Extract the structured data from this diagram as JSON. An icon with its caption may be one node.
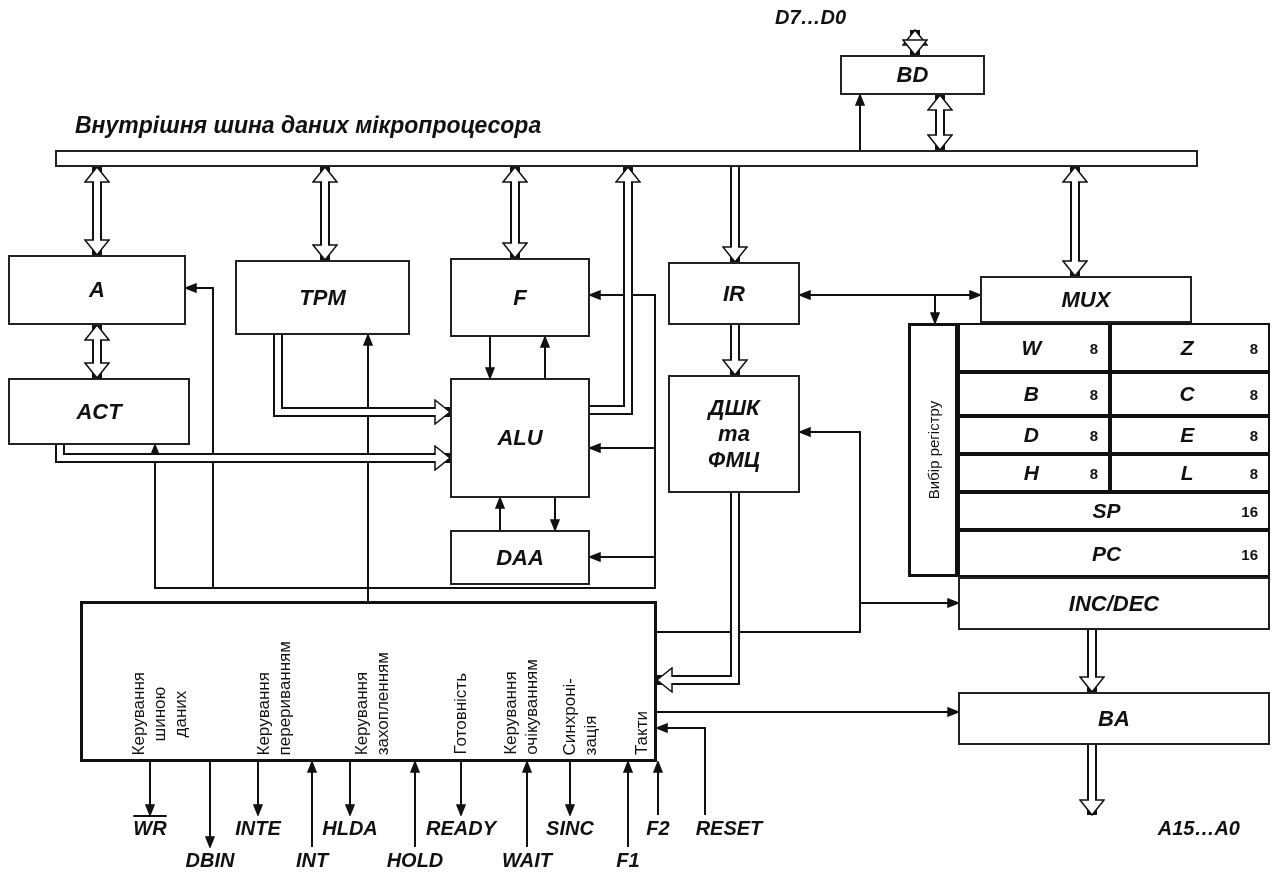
{
  "diagram": {
    "nodes": [
      {
        "text": [
          "D7…D0"
        ]
      },
      {
        "text": [
          "BD"
        ]
      },
      {
        "text": [
          "Внутрішня шина даних мікропроцесора"
        ]
      },
      {
        "text": [
          "A"
        ]
      },
      {
        "text": [
          "TPM"
        ]
      },
      {
        "text": [
          "F"
        ]
      },
      {
        "text": [
          "IR"
        ]
      },
      {
        "text": [
          "MUX"
        ]
      },
      {
        "text": [
          "Вибір регістру"
        ]
      },
      {
        "text": [
          "W",
          "8"
        ]
      },
      {
        "text": [
          "Z",
          "8"
        ]
      },
      {
        "text": [
          "ACT"
        ]
      },
      {
        "text": [
          "ALU"
        ]
      },
      {
        "text": [
          "ДШК та ФМЦ"
        ]
      },
      {
        "text": [
          "B",
          "8"
        ]
      },
      {
        "text": [
          "C",
          "8"
        ]
      },
      {
        "text": [
          "D",
          "8"
        ]
      },
      {
        "text": [
          "E",
          "8"
        ]
      },
      {
        "text": [
          "H",
          "8"
        ]
      },
      {
        "text": [
          "L",
          "8"
        ]
      },
      {
        "text": [
          "SP",
          "16"
        ]
      },
      {
        "text": [
          "DAA"
        ]
      },
      {
        "text": [
          "PC",
          "16"
        ]
      },
      {
        "text": [
          "Керування шиною даних",
          "Керування перериванням",
          "Керування захопленням",
          "Готовність",
          "Керування очікуванням",
          "Синхроні- зація",
          "Такти"
        ]
      },
      {
        "text": [
          "INC/DEC"
        ]
      },
      {
        "text": [
          "BA"
        ]
      },
      {
        "text": [
          "WR"
        ]
      },
      {
        "text": [
          "INTE"
        ]
      },
      {
        "text": [
          "HLDA"
        ]
      },
      {
        "text": [
          "READY"
        ]
      },
      {
        "text": [
          "SINC"
        ]
      },
      {
        "text": [
          "F2"
        ]
      },
      {
        "text": [
          "RESET"
        ]
      },
      {
        "text": [
          "A15…A0"
        ]
      },
      {
        "text": [
          "DBIN"
        ]
      },
      {
        "text": [
          "INT"
        ]
      },
      {
        "text": [
          "HOLD"
        ]
      },
      {
        "text": [
          "WAIT"
        ]
      },
      {
        "text": [
          "F1"
        ]
      }
    ],
    "edges": [
      {
        "from": 0,
        "to": 1,
        "arrow": "both",
        "style": "thick"
      },
      {
        "from": 1,
        "to": 2,
        "arrow": "both",
        "style": "thick"
      },
      {
        "from": 2,
        "to": 1,
        "arrow": "to"
      },
      {
        "from": 3,
        "to": 2,
        "arrow": "both",
        "style": "thick"
      },
      {
        "from": 4,
        "to": 2,
        "arrow": "both",
        "style": "thick"
      },
      {
        "from": 5,
        "to": 2,
        "arrow": "both",
        "style": "thick"
      },
      {
        "from": 12,
        "to": 2,
        "arrow": "to",
        "style": "thick"
      },
      {
        "from": 2,
        "to": 6,
        "arrow": "to",
        "style": "thick"
      },
      {
        "from": 2,
        "to": 7,
        "arrow": "both",
        "style": "thick"
      },
      {
        "from": 3,
        "to": 11,
        "arrow": "both",
        "style": "thick"
      },
      {
        "from": 4,
        "to": 12,
        "arrow": "to",
        "style": "thick"
      },
      {
        "from": 11,
        "to": 12,
        "arrow": "to",
        "style": "thick"
      },
      {
        "from": 5,
        "to": 12,
        "arrow": "to"
      },
      {
        "from": 12,
        "to": 5,
        "arrow": "to"
      },
      {
        "from": 12,
        "to": 21,
        "arrow": "to"
      },
      {
        "from": 21,
        "to": 12,
        "arrow": "to"
      },
      {
        "from": 6,
        "to": 13,
        "arrow": "to",
        "style": "thick"
      },
      {
        "from": 6,
        "to": 7,
        "arrow": "both"
      },
      {
        "from": 6,
        "to": 8,
        "arrow": "to"
      },
      {
        "from": 23,
        "to": 4,
        "arrow": "to"
      },
      {
        "from": 23,
        "to": 3,
        "arrow": "to"
      },
      {
        "from": 23,
        "to": 11,
        "arrow": "to"
      },
      {
        "from": 23,
        "to": 5,
        "arrow": "to"
      },
      {
        "from": 23,
        "to": 12,
        "arrow": "to"
      },
      {
        "from": 23,
        "to": 21,
        "arrow": "to"
      },
      {
        "from": 13,
        "to": 23,
        "arrow": "to",
        "style": "thick"
      },
      {
        "from": 23,
        "to": 13,
        "arrow": "to"
      },
      {
        "from": 23,
        "to": 24,
        "arrow": "to"
      },
      {
        "from": 23,
        "to": 25,
        "arrow": "to"
      },
      {
        "from": 24,
        "to": 25,
        "arrow": "to",
        "style": "thick"
      },
      {
        "from": 25,
        "to": 33,
        "arrow": "to",
        "style": "thick"
      },
      {
        "from": 23,
        "to": 26,
        "arrow": "to"
      },
      {
        "from": 23,
        "to": 34,
        "arrow": "to"
      },
      {
        "from": 23,
        "to": 27,
        "arrow": "to"
      },
      {
        "from": 35,
        "to": 23,
        "arrow": "to"
      },
      {
        "from": 23,
        "to": 28,
        "arrow": "to"
      },
      {
        "from": 36,
        "to": 23,
        "arrow": "to"
      },
      {
        "from": 23,
        "to": 29,
        "arrow": "to"
      },
      {
        "from": 37,
        "to": 23,
        "arrow": "to"
      },
      {
        "from": 23,
        "to": 30,
        "arrow": "to"
      },
      {
        "from": 38,
        "to": 23,
        "arrow": "to"
      },
      {
        "from": 31,
        "to": 23,
        "arrow": "to"
      },
      {
        "from": 32,
        "to": 23,
        "arrow": "to"
      }
    ]
  }
}
